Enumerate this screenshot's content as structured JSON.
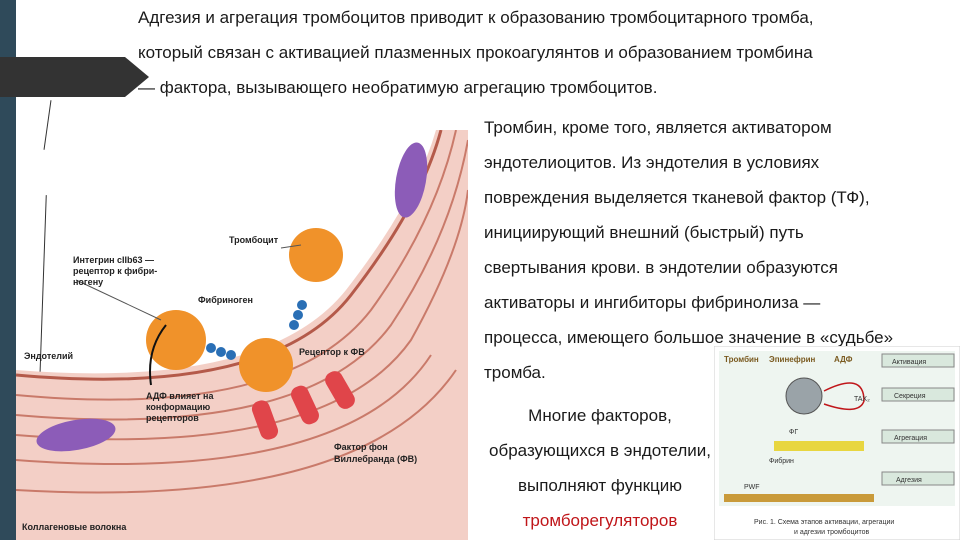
{
  "heading": {
    "line1": "Адгезия и агрегация тромбоцитов приводит к образованию тромбоцитарного тромба,",
    "line2": "который связан с активацией плазменных прокоагулянтов и образованием тромбина",
    "line3": "— фактора, вызывающего необратимую агрегацию тромбоцитов."
  },
  "right_text": [
    "Тромбин, кроме того, является активатором",
    "эндотелиоцитов. Из эндотелия в условиях",
    "повреждения выделяется тканевой фактор (ТФ),",
    "инициирующий внешний (быстрый) путь",
    "свертывания крови. в эндотелии образуются",
    "активаторы и ингибиторы фибринолиза —",
    "процесса, имеющего большое значение в «судьбе»",
    "тромба."
  ],
  "center_text": {
    "line1": "Многие факторов,",
    "line2": "образующихся в эндотелии,",
    "line3": "выполняют функцию",
    "line4": "тромборегуляторов"
  },
  "figure1": {
    "integrin_1": "Интегрин cIIb63 —",
    "integrin_2": "рецептор к фибри-",
    "integrin_3": "ногену",
    "platelet": "Тромбоцит",
    "fibrinogen": "Фибриноген",
    "endothelium": "Эндотелий",
    "receptor_fv": "Рецептор к ФВ",
    "adp_1": "АДФ влияет на",
    "adp_2": "конформацию",
    "adp_3": "рецепторов",
    "vwf_1": "Фактор фон",
    "vwf_2": "Виллебранда (ФВ)",
    "collagen": "Коллагеновые волокна"
  },
  "figure2": {
    "thrombin": "Тромбин",
    "epinephrine": "Эпинефрин",
    "adp": "АДФ",
    "activation": "Активация",
    "secretion": "Секреция",
    "aggregation": "Агрегация",
    "adhesion": "Адгезия",
    "fibrin": "Фибрин",
    "fg": "ФГ",
    "tax2": "TAX₂",
    "pwf": "PWF",
    "caption_1": "Рис. 1. Схема этапов активации, агрегации",
    "caption_2": "и адгезии тромбоцитов"
  }
}
